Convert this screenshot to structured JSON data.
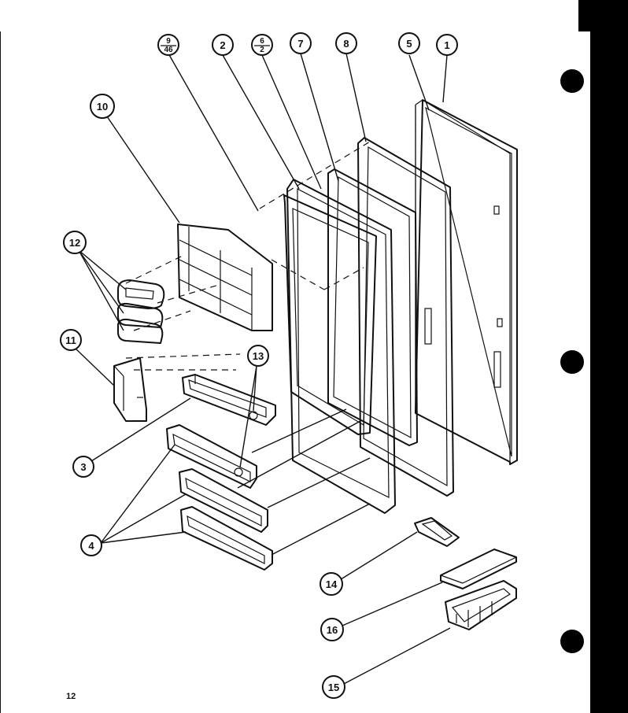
{
  "page_number": "12",
  "callouts": {
    "c1": "1",
    "c2": "2",
    "c3": "3",
    "c4": "4",
    "c5": "5",
    "c7": "7",
    "c8": "8",
    "c10": "10",
    "c11": "11",
    "c12": "12",
    "c13": "13",
    "c14": "14",
    "c15": "15",
    "c16": "16",
    "f9_46": {
      "top": "9",
      "bottom": "46"
    },
    "f6_2": {
      "top": "6",
      "bottom": "2"
    }
  },
  "colors": {
    "ink": "#111111",
    "binder_strip": "#000000",
    "paper": "#ffffff"
  }
}
